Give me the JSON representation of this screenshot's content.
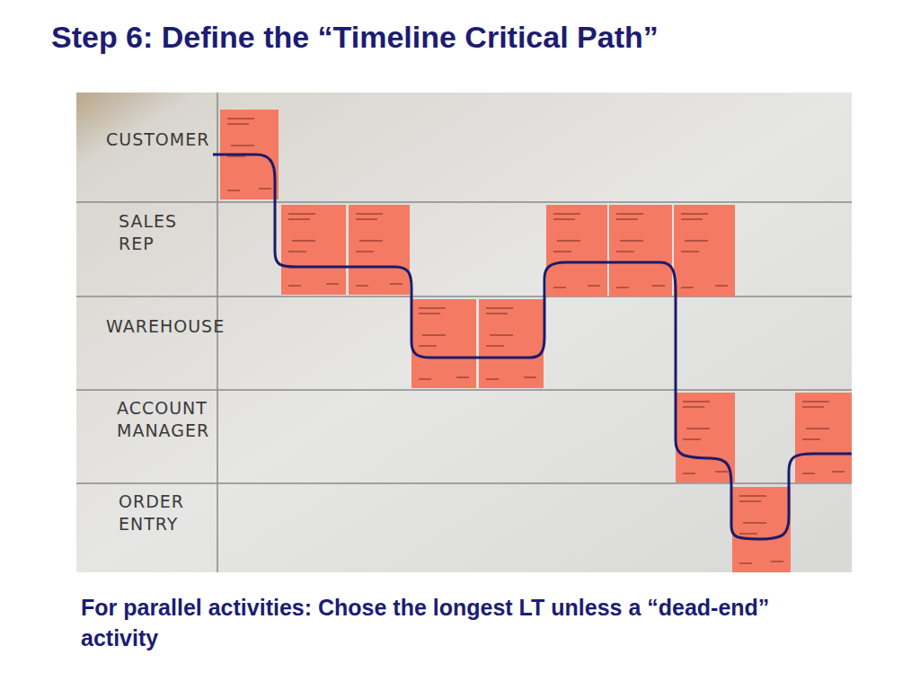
{
  "diagram": {
    "title": "Step 6: Define the “Timeline Critical Path”",
    "caption": "For parallel activities: Chose the longest LT unless a “dead-end” activity",
    "labels": [
      "CUSTOMER",
      "SALES REP",
      "WAREHOUSE",
      "ACCOUNT MANAGER",
      "ORDER ENTRY"
    ]
  }
}
